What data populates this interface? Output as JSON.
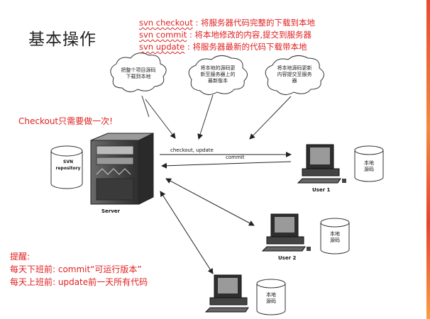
{
  "title": "基本操作",
  "commands": [
    {
      "keyword": "svn checkout",
      "desc": " : 将服务器代码完整的下载到本地"
    },
    {
      "keyword": "svn commit",
      "desc": " : 将本地修改的内容,提交到服务器"
    },
    {
      "keyword": "svn update",
      "desc": " : 将服务器最新的代码下载带本地"
    }
  ],
  "clouds": [
    {
      "text": "把整个项目源码\n下载到本地"
    },
    {
      "text": "将本地的源码更\n新至服务器上的\n最新版本"
    },
    {
      "text": "将本地源码更新\n内容提交至服务\n器"
    }
  ],
  "checkout_note": "Checkout只需要做一次!",
  "arrow_labels": {
    "checkout_update": "checkout, update",
    "commit": "commit"
  },
  "repository_label": "SVN\nrepository",
  "server_label": "Server",
  "users": [
    {
      "label": "User 1",
      "local": "本地\n源码"
    },
    {
      "label": "User 2",
      "local": "本地\n源码"
    },
    {
      "label": "",
      "local": "本地\n源码"
    }
  ],
  "reminder": {
    "heading": "提醒:",
    "line1": "每天下班前:  commit“可运行版本”",
    "line2": "每天上班前:  update前一天所有代码"
  },
  "colors": {
    "accent": "#e02020",
    "title": "#222222",
    "edge": "#e84a2e"
  }
}
